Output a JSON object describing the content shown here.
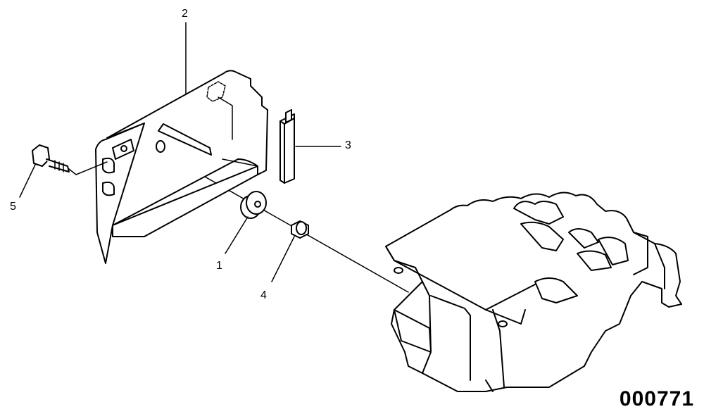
{
  "drawing_number": "000771",
  "callouts": [
    {
      "id": "1",
      "label": "1",
      "part": "grommet-washer"
    },
    {
      "id": "2",
      "label": "2",
      "part": "mounting-bracket"
    },
    {
      "id": "3",
      "label": "3",
      "part": "bracket-channel"
    },
    {
      "id": "4",
      "label": "4",
      "part": "spacer-sleeve"
    },
    {
      "id": "5",
      "label": "5",
      "part": "flange-bolt"
    }
  ],
  "colors": {
    "line": "#000000",
    "background": "#ffffff"
  }
}
